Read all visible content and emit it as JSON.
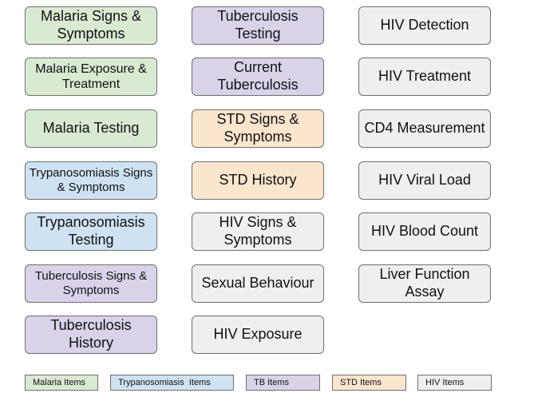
{
  "colors": {
    "malaria": "#d9ead3",
    "trypanosomiasis": "#cfe2f3",
    "tb": "#d9d2e9",
    "std": "#fce5cd",
    "hiv": "#efefef",
    "border": "#6f6f6f"
  },
  "columns": [
    {
      "boxes": [
        {
          "label": "Malaria Signs & Symptoms",
          "group": "malaria"
        },
        {
          "label": "Malaria Exposure & Treatment",
          "group": "malaria"
        },
        {
          "label": "Malaria Testing",
          "group": "malaria"
        },
        {
          "label": "Trypanosomiasis Signs & Symptoms",
          "group": "trypanosomiasis"
        },
        {
          "label": "Trypanosomiasis Testing",
          "group": "trypanosomiasis"
        },
        {
          "label": "Tuberculosis Signs & Symptoms",
          "group": "tb"
        },
        {
          "label": "Tuberculosis History",
          "group": "tb"
        }
      ]
    },
    {
      "boxes": [
        {
          "label": "Tuberculosis Testing",
          "group": "tb"
        },
        {
          "label": "Current Tuberculosis",
          "group": "tb"
        },
        {
          "label": "STD Signs & Symptoms",
          "group": "std"
        },
        {
          "label": "STD History",
          "group": "std"
        },
        {
          "label": "HIV Signs & Symptoms",
          "group": "hiv"
        },
        {
          "label": "Sexual Behaviour",
          "group": "hiv"
        },
        {
          "label": "HIV Exposure",
          "group": "hiv"
        }
      ]
    },
    {
      "boxes": [
        {
          "label": "HIV Detection",
          "group": "hiv"
        },
        {
          "label": "HIV Treatment",
          "group": "hiv"
        },
        {
          "label": "CD4 Measurement",
          "group": "hiv"
        },
        {
          "label": "HIV Viral Load",
          "group": "hiv"
        },
        {
          "label": "HIV Blood Count",
          "group": "hiv"
        },
        {
          "label": "Liver Function Assay",
          "group": "hiv"
        }
      ]
    }
  ],
  "legend": [
    {
      "label": "Malaria Items",
      "group": "malaria"
    },
    {
      "label": "Trypanosomiasis  Items",
      "group": "trypanosomiasis"
    },
    {
      "label": "TB Items",
      "group": "tb"
    },
    {
      "label": "STD Items",
      "group": "std"
    },
    {
      "label": "HIV Items",
      "group": "hiv"
    }
  ]
}
